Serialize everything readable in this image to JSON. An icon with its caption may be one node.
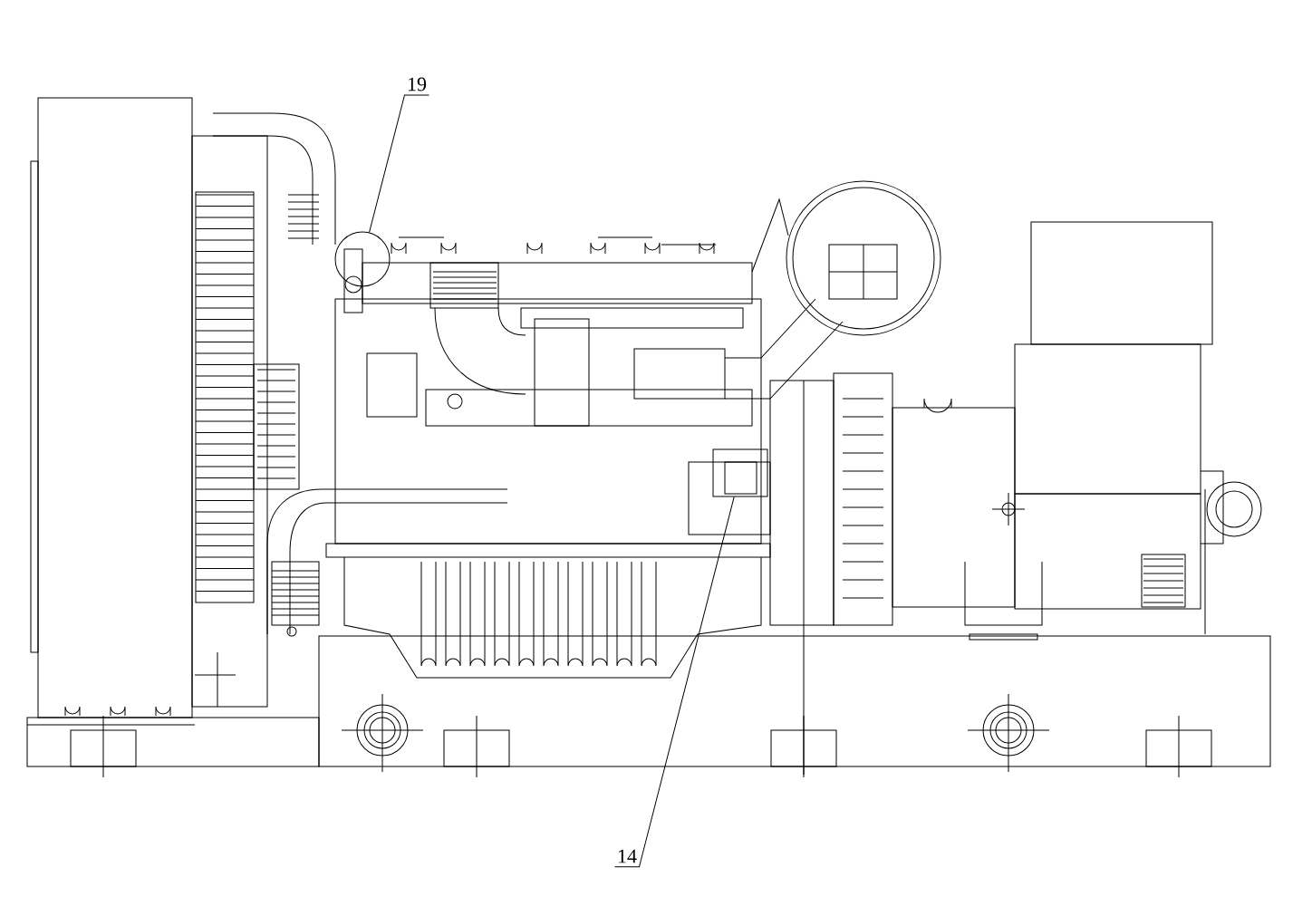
{
  "diagram": {
    "nodes": [
      {
        "text": [
          "19"
        ]
      },
      {
        "text": [],
        "shape": "circle"
      },
      {
        "text": [
          "14"
        ]
      },
      {
        "text": [],
        "shape": "box"
      }
    ],
    "edges": [
      {
        "from": 0,
        "to": 1,
        "arrow": "none"
      },
      {
        "from": 2,
        "to": 3,
        "arrow": "none"
      }
    ]
  }
}
